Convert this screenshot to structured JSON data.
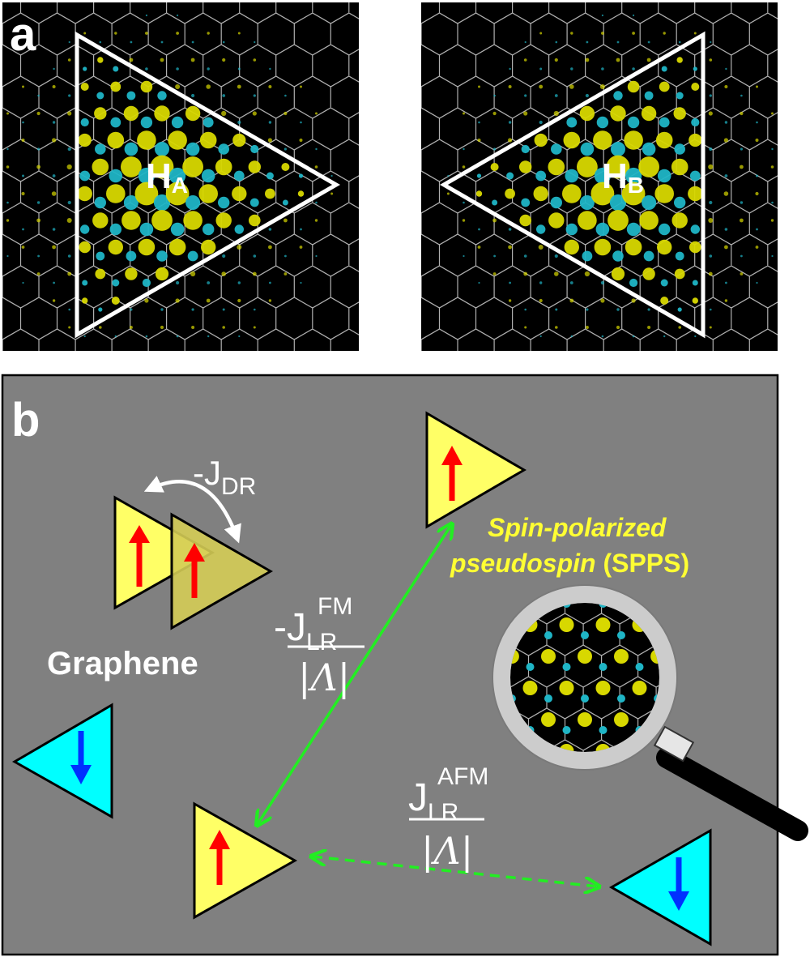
{
  "panel_a": {
    "label": "a",
    "left_site": {
      "main": "H",
      "sub": "A"
    },
    "right_site": {
      "main": "H",
      "sub": "B"
    }
  },
  "panel_b": {
    "label": "b",
    "graphene_label": "Graphene",
    "sdr": {
      "prefix": "-J",
      "sub": "DR"
    },
    "jfm": {
      "prefix": "-J",
      "sup": "FM",
      "sub": "LR",
      "denominator": "|Λ|"
    },
    "jafm": {
      "prefix": "J",
      "sup": "AFM",
      "sub": "LR",
      "denominator": "|Λ|"
    },
    "spps_line1": "Spin-polarized",
    "spps_line2_italic": "pseudospin",
    "spps_line2_bold": " (SPPS)"
  },
  "colors": {
    "lattice_bg": "#000000",
    "lattice_line": "#b0b0b0",
    "spin_up_density": "#d8d800",
    "spin_down_density": "#1fb5c6",
    "panel_b_bg": "#808080",
    "up_triangle": "#ffff66",
    "down_triangle": "#00ffff",
    "up_arrow": "#ff0000",
    "down_arrow": "#0030ff",
    "coupling_line": "#22ee22",
    "spps_text": "#ffff33"
  },
  "icons": [
    "magnifier-icon",
    "spin-up-arrow-icon",
    "spin-down-arrow-icon",
    "curved-double-arrow-icon"
  ]
}
